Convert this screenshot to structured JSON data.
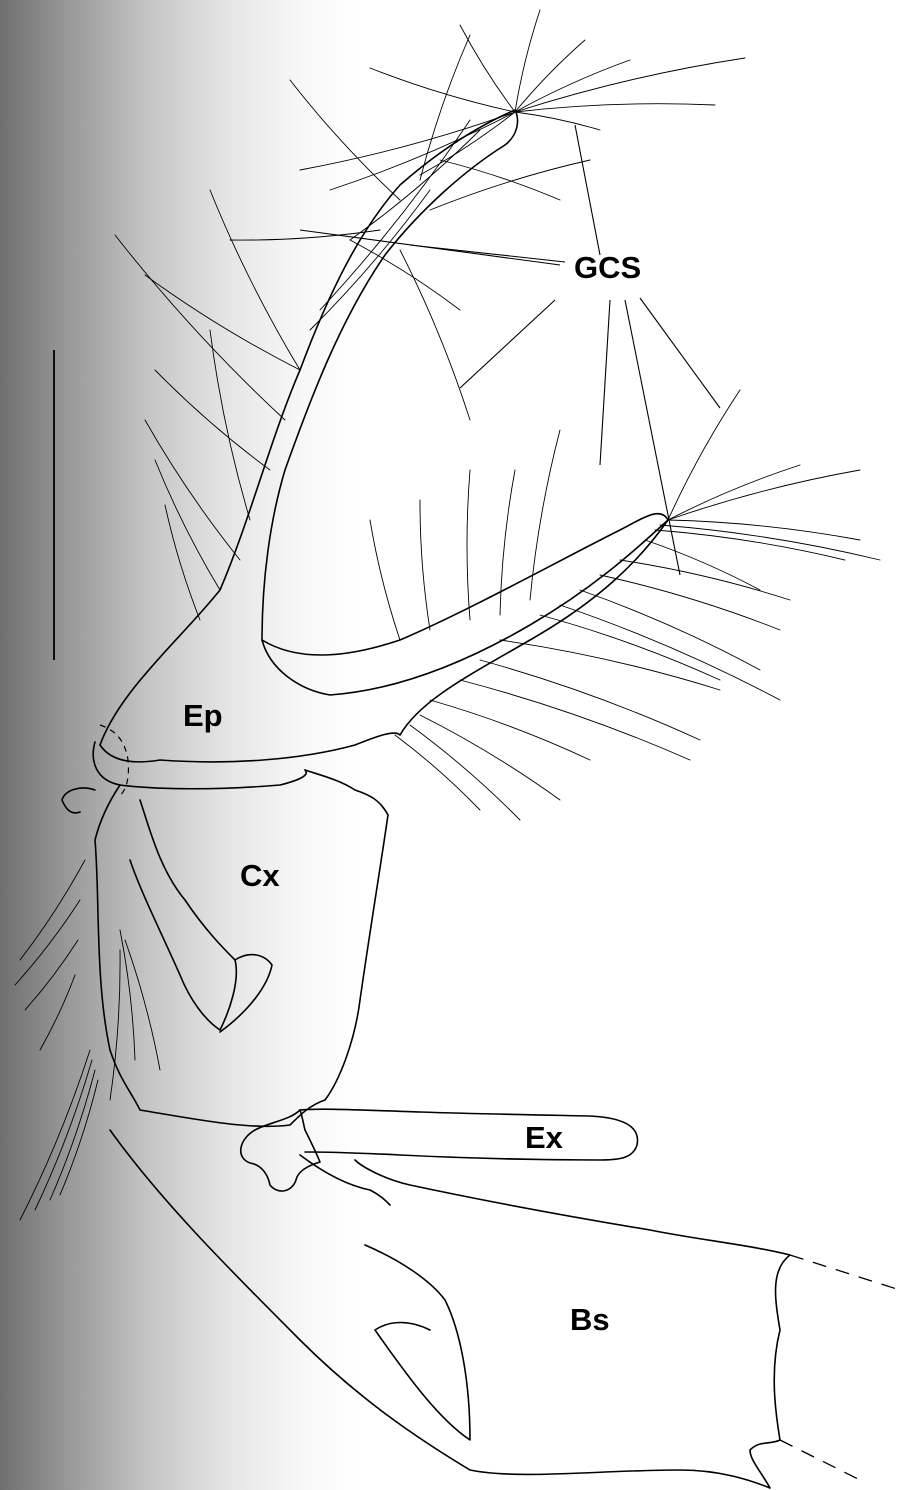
{
  "labels": {
    "gcs": "GCS",
    "ep": "Ep",
    "cx": "Cx",
    "ex": "Ex",
    "bs": "Bs"
  },
  "colors": {
    "ink": "#000000",
    "background": "#ffffff",
    "left_shading": "#6f6f6f"
  }
}
